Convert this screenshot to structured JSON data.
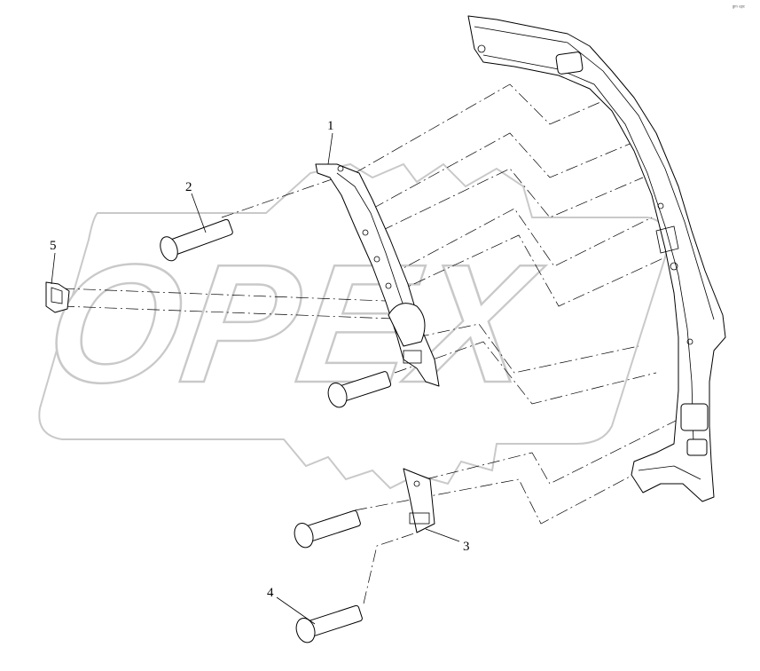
{
  "watermark": {
    "text": "OPEX"
  },
  "corner_mark": "ᵍᵐ ᵉᵖᶜ",
  "callouts": [
    {
      "id": "callout-1",
      "label": "1"
    },
    {
      "id": "callout-2",
      "label": "2"
    },
    {
      "id": "callout-3",
      "label": "3"
    },
    {
      "id": "callout-4",
      "label": "4"
    },
    {
      "id": "callout-5",
      "label": "5"
    }
  ],
  "colors": {
    "line": "#000000",
    "watermark": "#c9c9c9",
    "background": "#ffffff"
  }
}
